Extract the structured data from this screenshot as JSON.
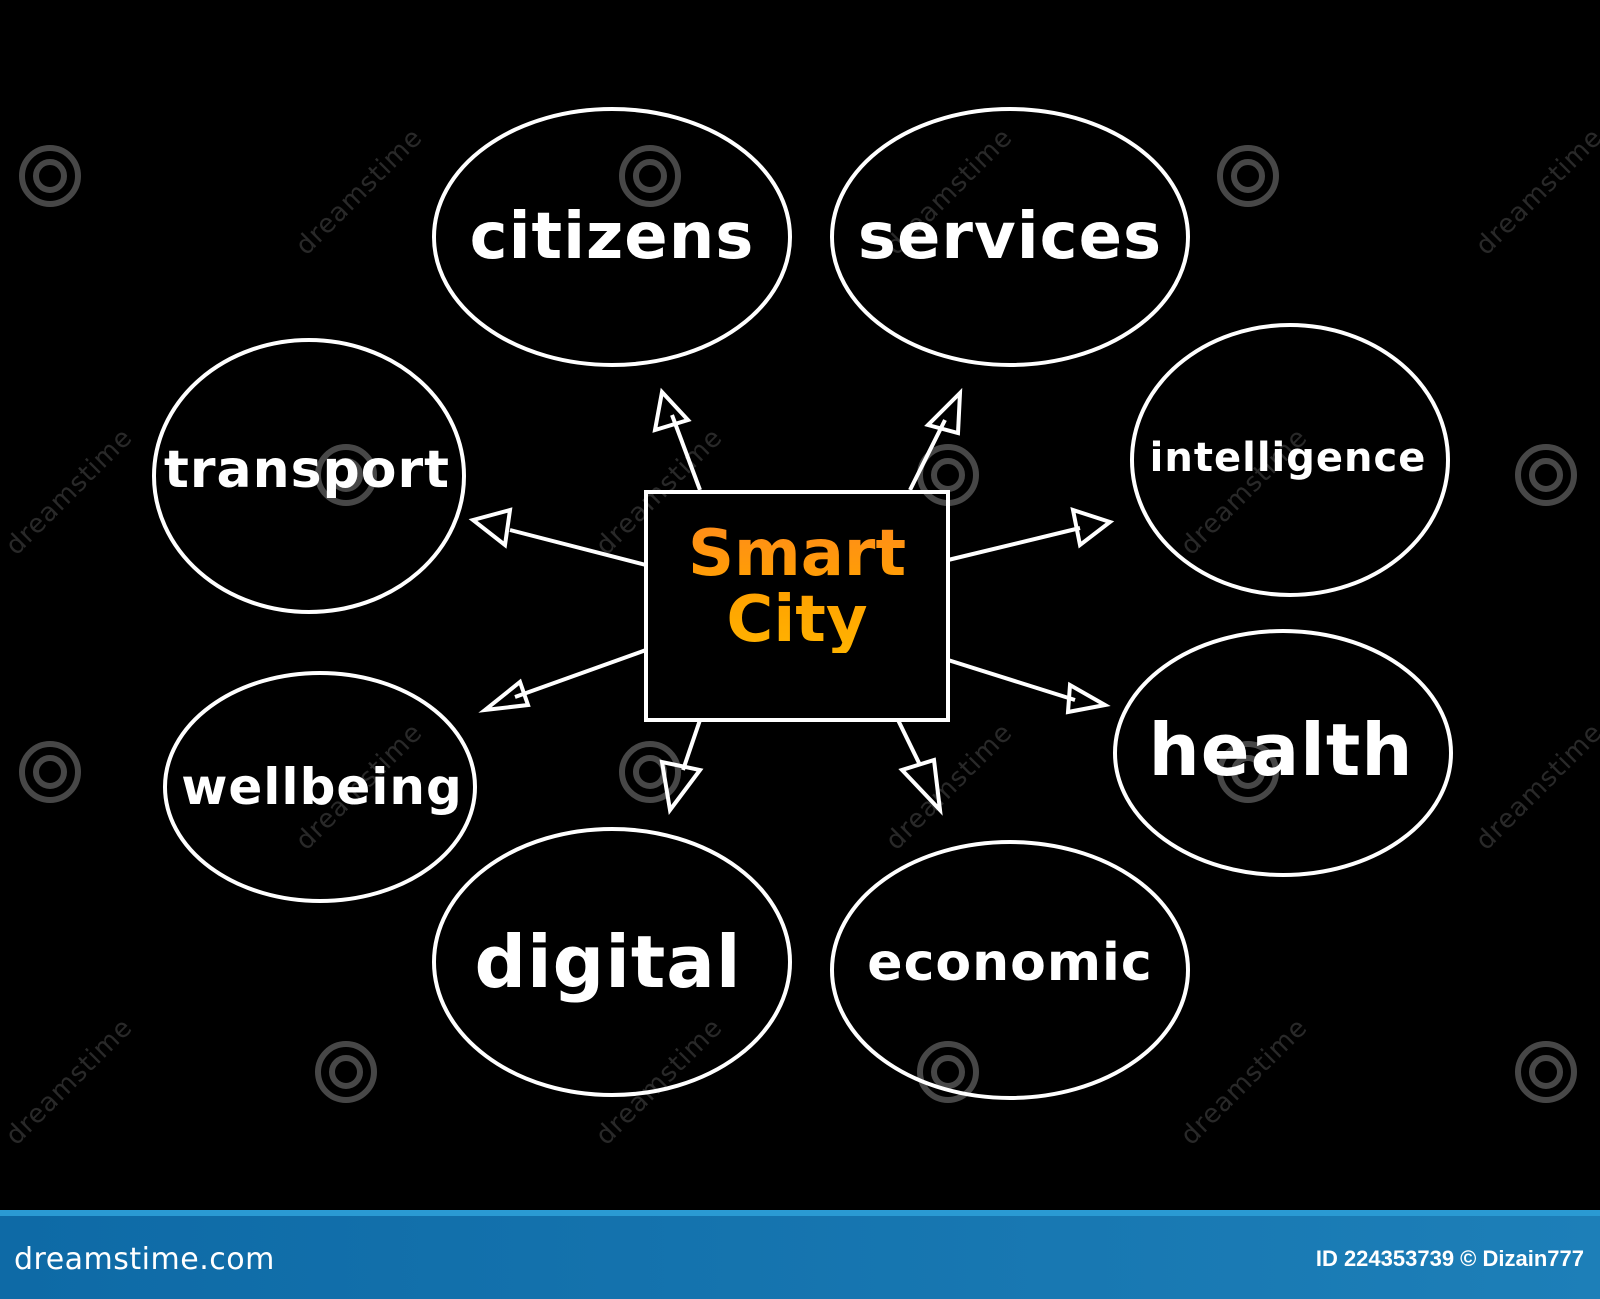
{
  "center": {
    "line1": "Smart",
    "line2": "City"
  },
  "nodes": [
    {
      "id": "citizens",
      "label": "citizens"
    },
    {
      "id": "services",
      "label": "services"
    },
    {
      "id": "transport",
      "label": "transport"
    },
    {
      "id": "intelligence",
      "label": "intelligence"
    },
    {
      "id": "wellbeing",
      "label": "wellbeing"
    },
    {
      "id": "health",
      "label": "health"
    },
    {
      "id": "digital",
      "label": "digital"
    },
    {
      "id": "economic",
      "label": "economic"
    }
  ],
  "watermark": {
    "text": "dreamstime"
  },
  "footer": {
    "brand": "dreamstime.com",
    "image_id": "ID 224353739 © Dizain777"
  },
  "colors": {
    "background": "#000000",
    "stroke": "#ffffff",
    "center_text": "#ff9900",
    "footer": "#1673b0"
  }
}
